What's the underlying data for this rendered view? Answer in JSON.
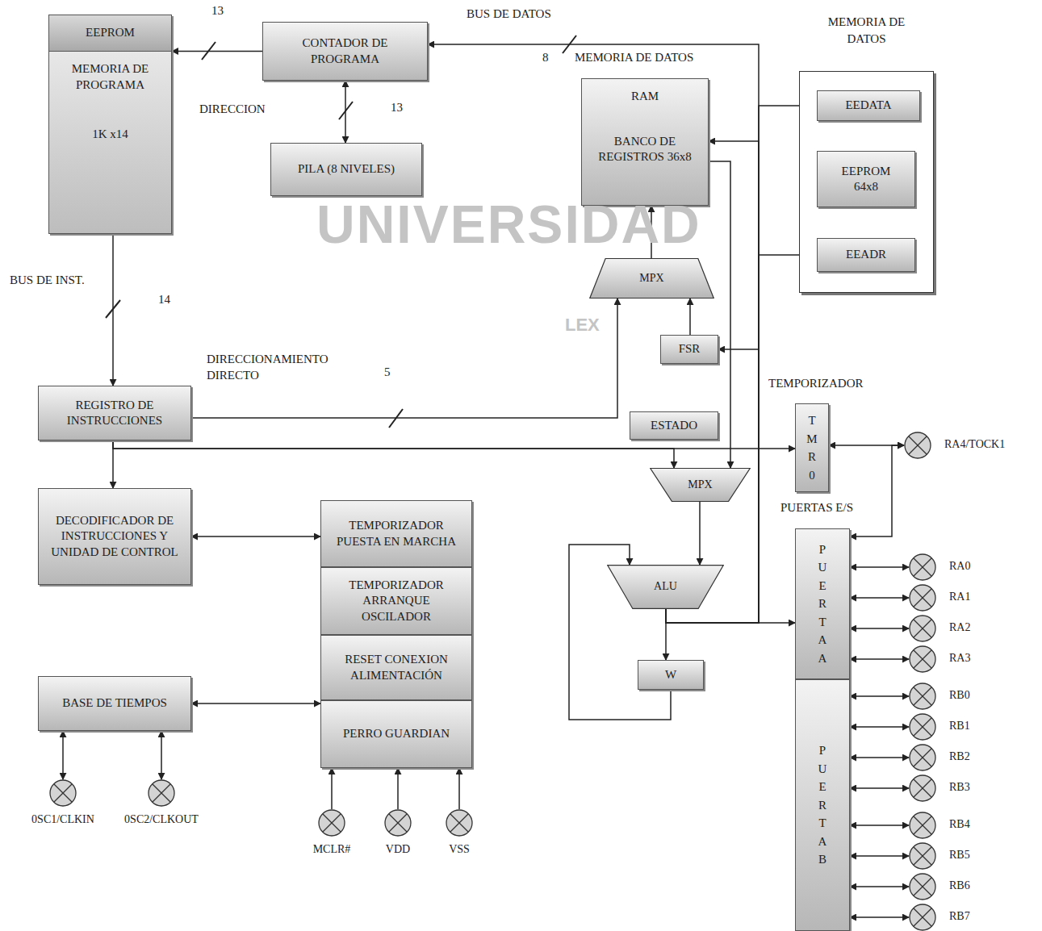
{
  "diagram": {
    "nodes": [
      {
        "text": [
          "EEPROM",
          "MEMORIA DE PROGRAMA",
          "1K x14"
        ]
      },
      {
        "text": [
          "CONTADOR DE PROGRAMA"
        ]
      },
      {
        "text": [
          "PILA (8 NIVELES)"
        ]
      },
      {
        "text": [
          "RAM",
          "BANCO DE REGISTROS 36x8"
        ]
      },
      {
        "text": [
          "MEMORIA DE DATOS"
        ]
      },
      {
        "text": [
          "EEDATA"
        ],
        "in": 4
      },
      {
        "text": [
          "EEPROM 64x8"
        ],
        "in": 4
      },
      {
        "text": [
          "EEADR"
        ],
        "in": 4
      },
      {
        "text": [
          "MPX"
        ]
      },
      {
        "text": [
          "FSR"
        ]
      },
      {
        "text": [
          "REGISTRO DE INSTRUCCIONES"
        ]
      },
      {
        "text": [
          "ESTADO"
        ]
      },
      {
        "text": [
          "TMR0"
        ]
      },
      {
        "text": [
          "MPX"
        ]
      },
      {
        "text": [
          "DECODIFICADOR DE INSTRUCCIONES Y UNIDAD DE CONTROL"
        ]
      },
      {
        "text": [
          "TEMPORIZADOR PUESTA EN MARCHA"
        ]
      },
      {
        "text": [
          "TEMPORIZADOR ARRANQUE OSCILADOR"
        ]
      },
      {
        "text": [
          "RESET CONEXION ALIMENTACIÓN"
        ]
      },
      {
        "text": [
          "PERRO GUARDIAN"
        ]
      },
      {
        "text": [
          "ALU"
        ]
      },
      {
        "text": [
          "W"
        ]
      },
      {
        "text": [
          "PUERTA A"
        ]
      },
      {
        "text": [
          "PUERTA B"
        ]
      },
      {
        "text": [
          "BASE DE TIEMPOS"
        ]
      },
      {
        "text": [
          "RA4/TOCK1"
        ]
      },
      {
        "text": [
          "RA0"
        ]
      },
      {
        "text": [
          "RA1"
        ]
      },
      {
        "text": [
          "RA2"
        ]
      },
      {
        "text": [
          "RA3"
        ]
      },
      {
        "text": [
          "RB0"
        ]
      },
      {
        "text": [
          "RB1"
        ]
      },
      {
        "text": [
          "RB2"
        ]
      },
      {
        "text": [
          "RB3"
        ]
      },
      {
        "text": [
          "RB4"
        ]
      },
      {
        "text": [
          "RB5"
        ]
      },
      {
        "text": [
          "RB6"
        ]
      },
      {
        "text": [
          "RB7"
        ]
      },
      {
        "text": [
          "0SC1/CLKIN"
        ]
      },
      {
        "text": [
          "0SC2/CLKOUT"
        ]
      },
      {
        "text": [
          "MCLR#"
        ]
      },
      {
        "text": [
          "VDD"
        ]
      },
      {
        "text": [
          "VSS"
        ]
      }
    ],
    "edges": [
      {
        "from": 1,
        "to": 0,
        "arrow": "to"
      },
      {
        "from": 1,
        "to": 2,
        "arrow": "both"
      },
      {
        "from": 0,
        "to": 10,
        "arrow": "to"
      },
      {
        "from": 10,
        "to": 14,
        "arrow": "to"
      },
      {
        "from": 14,
        "to": 15,
        "arrow": "both"
      },
      {
        "from": 23,
        "to": 18,
        "arrow": "both"
      },
      {
        "from": 37,
        "to": 23,
        "arrow": "both"
      },
      {
        "from": 38,
        "to": 23,
        "arrow": "both"
      },
      {
        "from": 39,
        "to": 18,
        "arrow": "to"
      },
      {
        "from": 40,
        "to": 18,
        "arrow": "to"
      },
      {
        "from": 41,
        "to": 18,
        "arrow": "to"
      },
      {
        "from": 10,
        "to": 8,
        "arrow": "to"
      },
      {
        "from": 9,
        "to": 8,
        "arrow": "to"
      },
      {
        "from": 8,
        "to": 3,
        "arrow": "to"
      },
      {
        "from": 19,
        "to": 1,
        "arrow": "to"
      },
      {
        "from": 19,
        "to": 3,
        "arrow": "to"
      },
      {
        "from": 19,
        "to": 5,
        "arrow": "to"
      },
      {
        "from": 19,
        "to": 7,
        "arrow": "to"
      },
      {
        "from": 19,
        "to": 9,
        "arrow": "to"
      },
      {
        "from": 19,
        "to": 21,
        "arrow": "to"
      },
      {
        "from": 10,
        "to": 13,
        "arrow": "to"
      },
      {
        "from": 10,
        "to": 12,
        "arrow": "to"
      },
      {
        "from": 3,
        "to": 13,
        "arrow": "to"
      },
      {
        "from": 13,
        "to": 19,
        "arrow": "to"
      },
      {
        "from": 19,
        "to": 20,
        "arrow": "to"
      },
      {
        "from": 20,
        "to": 19,
        "arrow": "to"
      },
      {
        "from": 12,
        "to": 24,
        "arrow": "both"
      },
      {
        "from": 24,
        "to": 21,
        "arrow": "both"
      },
      {
        "from": 5,
        "to": 6,
        "arrow": "both"
      },
      {
        "from": 6,
        "to": 7,
        "arrow": "both"
      },
      {
        "from": 21,
        "to": 25,
        "arrow": "both"
      },
      {
        "from": 21,
        "to": 26,
        "arrow": "both"
      },
      {
        "from": 21,
        "to": 27,
        "arrow": "both"
      },
      {
        "from": 21,
        "to": 28,
        "arrow": "both"
      },
      {
        "from": 22,
        "to": 29,
        "arrow": "both"
      },
      {
        "from": 22,
        "to": 30,
        "arrow": "both"
      },
      {
        "from": 22,
        "to": 31,
        "arrow": "both"
      },
      {
        "from": 22,
        "to": 32,
        "arrow": "both"
      },
      {
        "from": 22,
        "to": 33,
        "arrow": "both"
      },
      {
        "from": 22,
        "to": 34,
        "arrow": "both"
      },
      {
        "from": 22,
        "to": 35,
        "arrow": "both"
      },
      {
        "from": 22,
        "to": 36,
        "arrow": "both"
      }
    ],
    "labels": [
      "13",
      "BUS DE DATOS",
      "8",
      "MEMORIA DE DATOS",
      "DIRECCION",
      "13",
      "BUS DE INST.",
      "14",
      "DIRECCIONAMIENTO DIRECTO",
      "5",
      "TEMPORIZADOR",
      "PUERTAS E/S",
      "UNIVERSIDAD",
      "LEX"
    ]
  }
}
